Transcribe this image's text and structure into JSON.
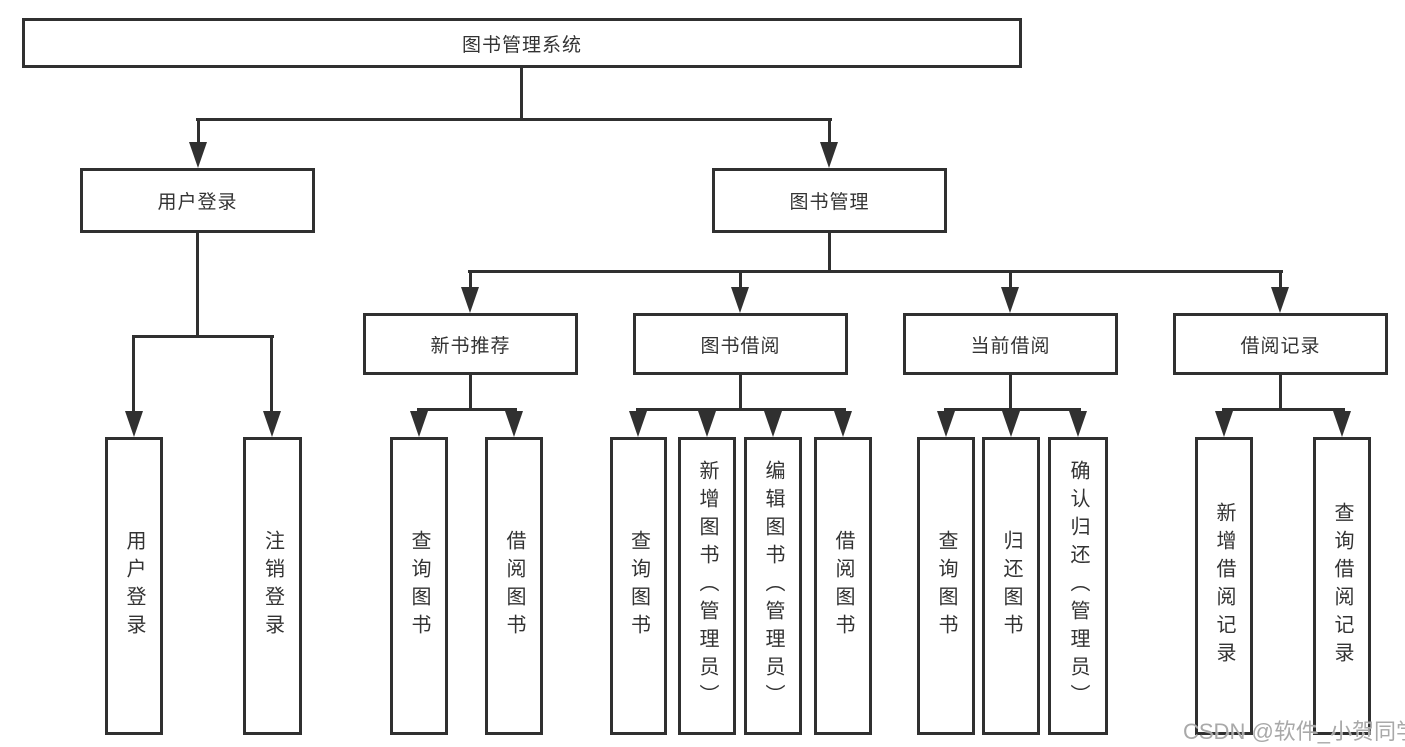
{
  "diagram": {
    "root": {
      "label": "图书管理系统",
      "children": [
        {
          "label": "用户登录",
          "children": [
            {
              "label": "用户登录"
            },
            {
              "label": "注销登录"
            }
          ]
        },
        {
          "label": "图书管理",
          "children": [
            {
              "label": "新书推荐",
              "children": [
                {
                  "label": "查询图书"
                },
                {
                  "label": "借阅图书"
                }
              ]
            },
            {
              "label": "图书借阅",
              "children": [
                {
                  "label": "查询图书"
                },
                {
                  "label": "新增图书（管理员）"
                },
                {
                  "label": "编辑图书（管理员）"
                },
                {
                  "label": "借阅图书"
                }
              ]
            },
            {
              "label": "当前借阅",
              "children": [
                {
                  "label": "查询图书"
                },
                {
                  "label": "归还图书"
                },
                {
                  "label": "确认归还（管理员）"
                }
              ]
            },
            {
              "label": "借阅记录",
              "children": [
                {
                  "label": "新增借阅记录"
                },
                {
                  "label": "查询借阅记录"
                }
              ]
            }
          ]
        }
      ]
    }
  },
  "watermark": "CSDN @软件_小贺同学",
  "colors": {
    "line": "#303030",
    "text": "#333333",
    "background": "#ffffff",
    "watermark": "#a9a9a9"
  }
}
